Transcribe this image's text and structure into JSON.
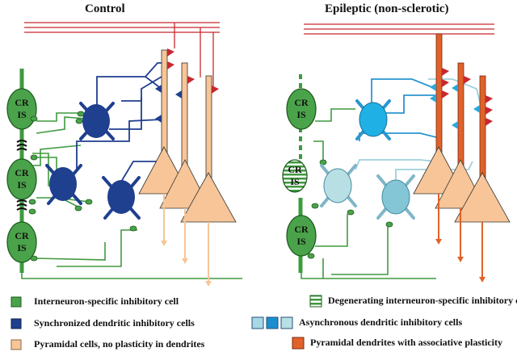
{
  "panels": {
    "control": {
      "title": "Control"
    },
    "epileptic": {
      "title": "Epileptic (non-sclerotic)"
    }
  },
  "cell_labels": {
    "line1": "CR",
    "line2": "IS"
  },
  "legend": {
    "interneuron_specific": {
      "label": "Interneuron-specific inhibitory cell",
      "color": "#4aa34a"
    },
    "synchronized_dendritic": {
      "label": "Synchronized dendritic inhibitory cells",
      "color": "#1f3f8f"
    },
    "pyramidal_no_plasticity": {
      "label": "Pyramidal cells, no plasticity in dendrites",
      "color": "#f7c597"
    },
    "degenerating_interneuron": {
      "label": "Degenerating interneuron-specific inhibitory cell",
      "color": "#4aa34a"
    },
    "asynchronous_dendritic": {
      "label": "Asynchronous dendritic inhibitory cells",
      "colors": [
        "#7fc4d8",
        "#1a9fd9",
        "#a8d8dd"
      ]
    },
    "pyramidal_associative": {
      "label": "Pyramidal dendrites with associative plasticity",
      "color": "#e0622a"
    }
  },
  "colors": {
    "axon_red": "#c8282e",
    "interneuron_green": "#3f9a3f",
    "control_dendritic_blue": "#1f3f8f",
    "epileptic_branch_blue": "#2a96d0",
    "pyramidal_peach": "#f7c597",
    "plastic_orange": "#e0622a"
  }
}
